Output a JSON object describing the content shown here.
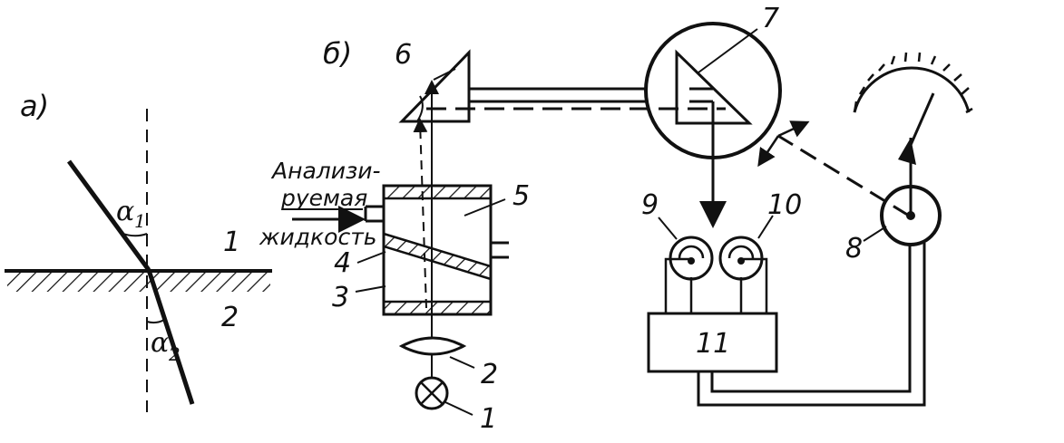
{
  "panel_a": {
    "label": "а)",
    "medium_1": "1",
    "medium_2": "2",
    "alpha_1": "α",
    "alpha_1_sub": "1",
    "alpha_2": "α",
    "alpha_2_sub": "2"
  },
  "panel_b": {
    "label": "б)",
    "input_label_lines": [
      "Анализи-",
      "руемая",
      "жидкость"
    ],
    "components": [
      {
        "id": "1",
        "label": "1"
      },
      {
        "id": "2",
        "label": "2"
      },
      {
        "id": "3",
        "label": "3"
      },
      {
        "id": "4",
        "label": "4"
      },
      {
        "id": "5",
        "label": "5"
      },
      {
        "id": "6",
        "label": "6"
      },
      {
        "id": "7",
        "label": "7"
      },
      {
        "id": "8",
        "label": "8"
      },
      {
        "id": "9",
        "label": "9"
      },
      {
        "id": "10",
        "label": "10"
      },
      {
        "id": "11",
        "label": "11"
      }
    ]
  }
}
